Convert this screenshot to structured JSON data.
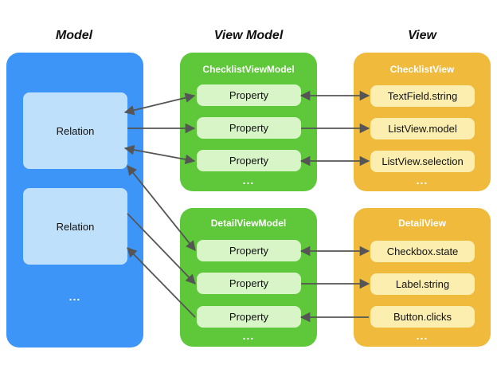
{
  "columns": {
    "model": "Model",
    "view_model": "View Model",
    "view": "View"
  },
  "model": {
    "relations": [
      "Relation",
      "Relation"
    ],
    "ellipsis": "..."
  },
  "checklist_vm": {
    "title": "ChecklistViewModel",
    "properties": [
      "Property",
      "Property",
      "Property"
    ],
    "ellipsis": "..."
  },
  "checklist_view": {
    "title": "ChecklistView",
    "items": [
      "TextField.string",
      "ListView.model",
      "ListView.selection"
    ],
    "ellipsis": "..."
  },
  "detail_vm": {
    "title": "DetailViewModel",
    "properties": [
      "Property",
      "Property",
      "Property"
    ],
    "ellipsis": "..."
  },
  "detail_view": {
    "title": "DetailView",
    "items": [
      "Checkbox.state",
      "Label.string",
      "Button.clicks"
    ],
    "ellipsis": "..."
  },
  "colors": {
    "model": "#3d95f7",
    "relation": "#bfe0fb",
    "view_model": "#5ec73a",
    "property": "#d7f5c7",
    "view": "#f0bb3c",
    "view_item": "#fbeeaf",
    "arrow": "#555555"
  }
}
